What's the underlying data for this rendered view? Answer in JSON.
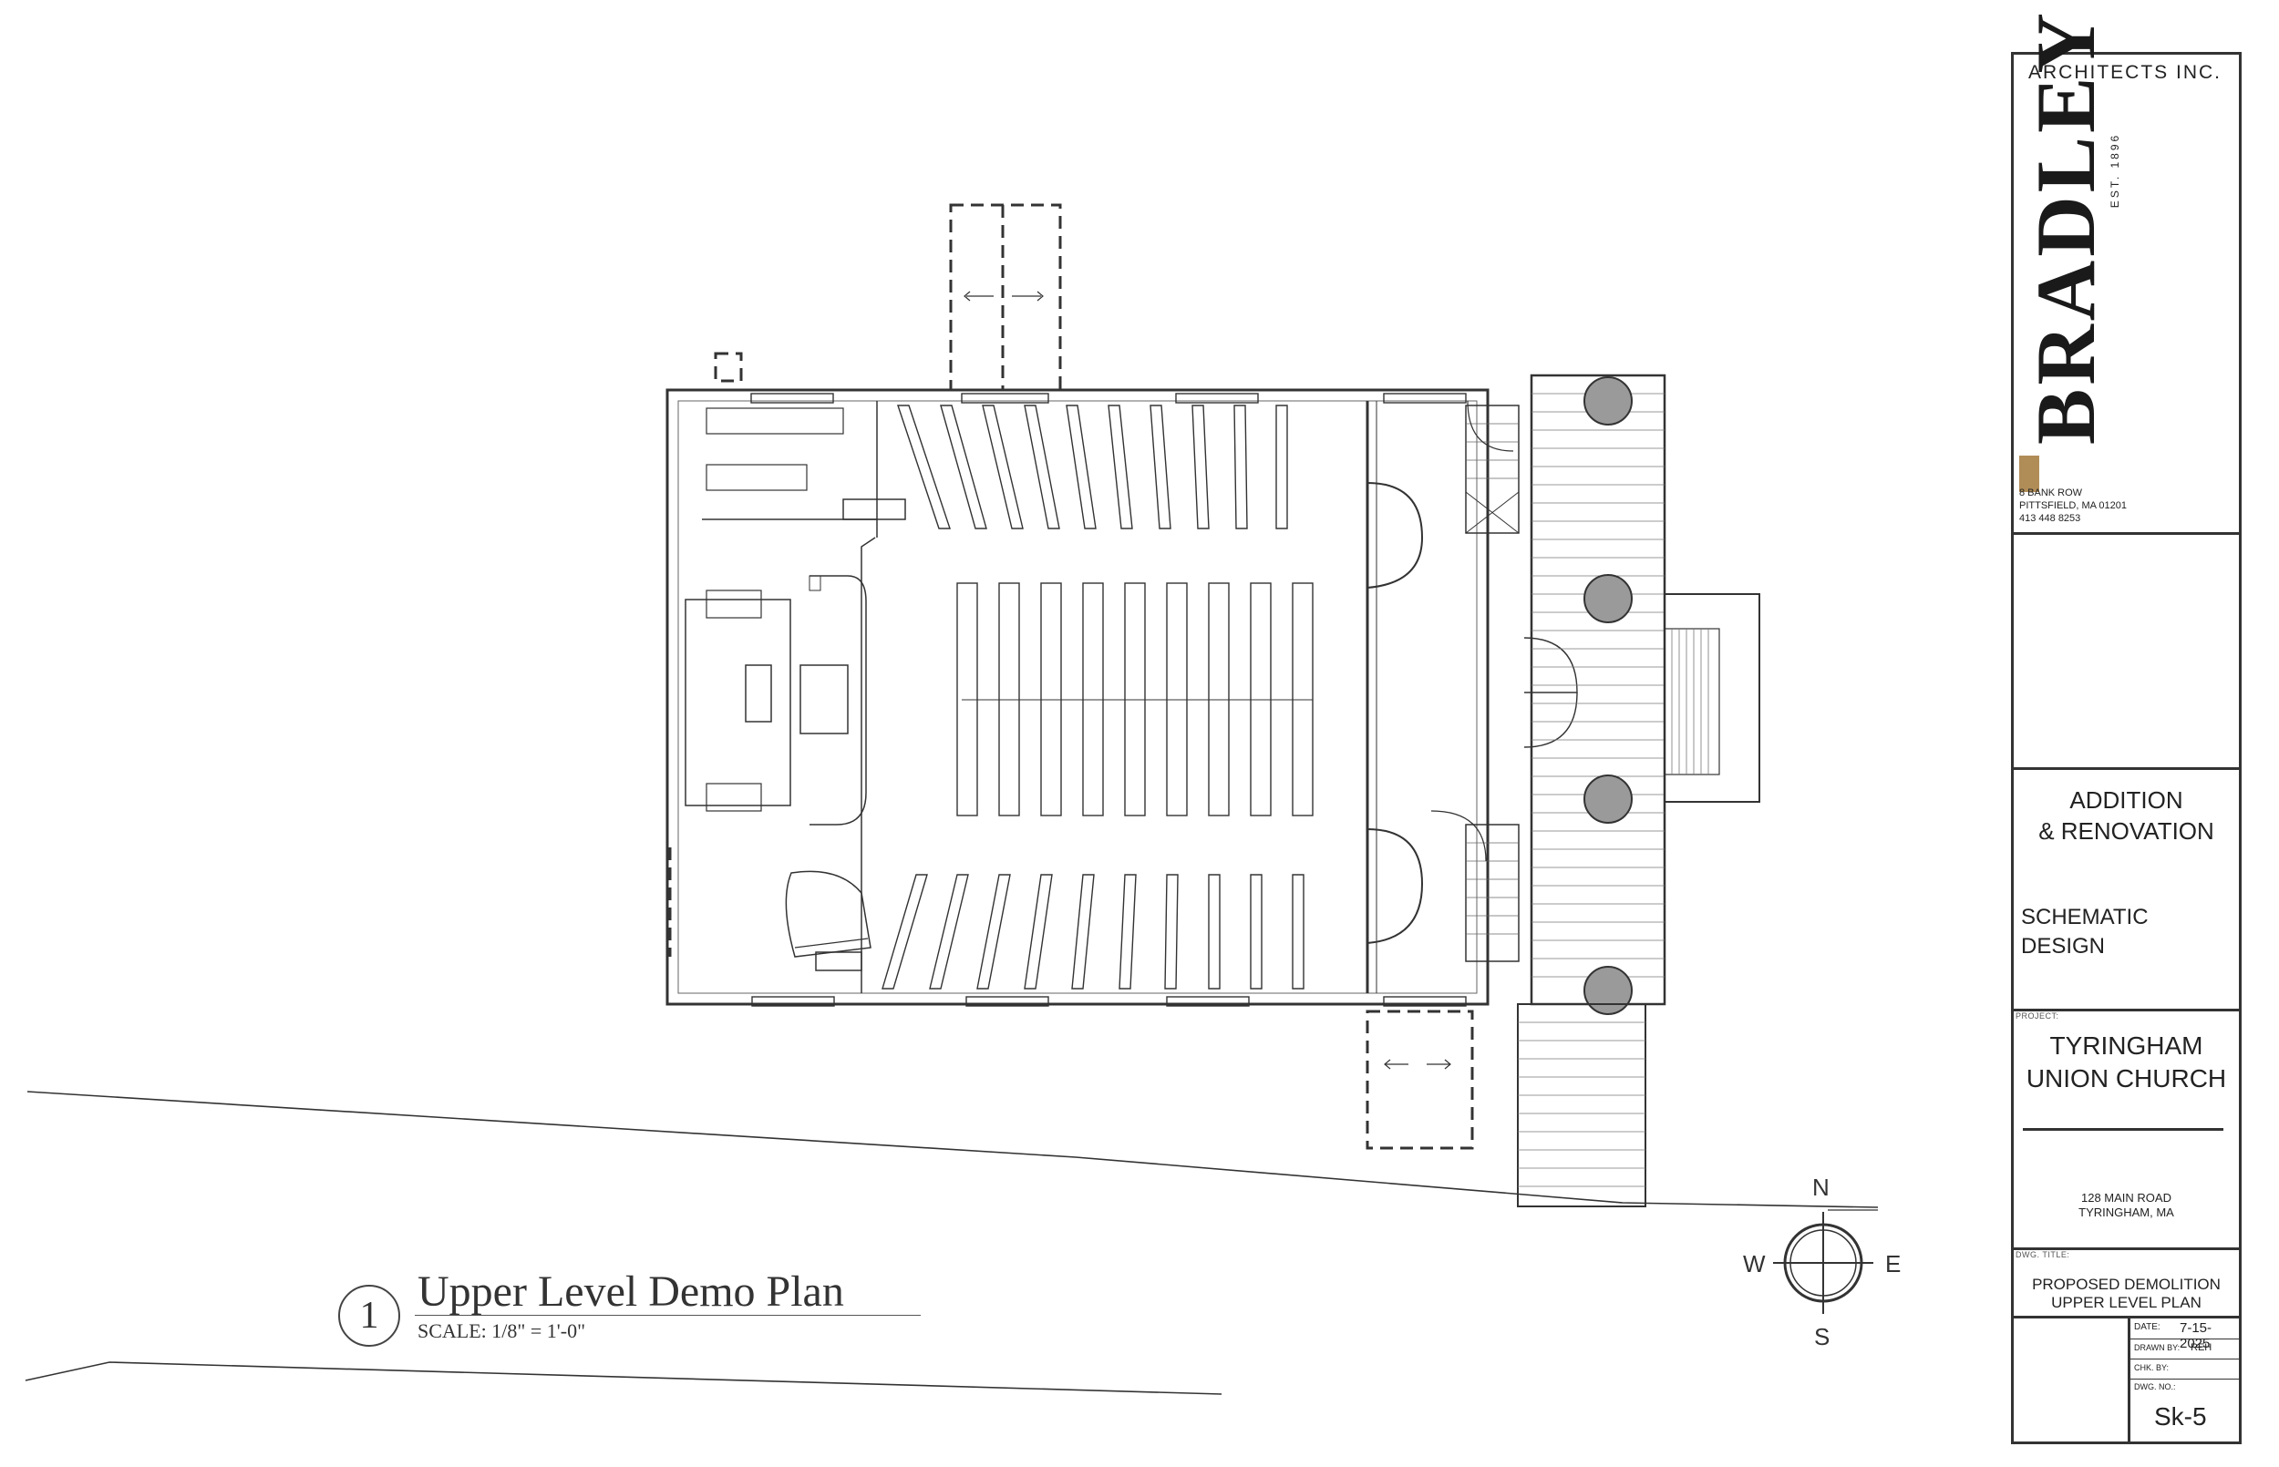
{
  "drawing": {
    "view_number": "1",
    "view_title": "Upper Level Demo Plan",
    "view_scale": "SCALE: 1/8\" = 1'-0\""
  },
  "compass": {
    "north": "N",
    "south": "S",
    "east": "E",
    "west": "W"
  },
  "title_block": {
    "firm_suffix": "ARCHITECTS INC.",
    "firm_logo_text": "BRADLEY",
    "firm_est": "EST. 1896",
    "address_line1": "8 BANK ROW",
    "address_line2": "PITTSFIELD, MA  01201",
    "phone": "413 448 8253",
    "scope_line1": "ADDITION",
    "scope_line2": "& RENOVATION",
    "phase_line1": "SCHEMATIC",
    "phase_line2": "DESIGN",
    "project_label": "PROJECT:",
    "project_line1": "TYRINGHAM",
    "project_line2": "UNION CHURCH",
    "site_line1": "128 MAIN ROAD",
    "site_line2": "TYRINGHAM, MA",
    "dwg_title_label": "DWG. TITLE:",
    "dwg_title_line1": "PROPOSED DEMOLITION",
    "dwg_title_line2": "UPPER LEVEL PLAN",
    "date_label": "DATE:",
    "date_value": "7-15-2025",
    "drawn_by_label": "DRAWN BY:",
    "drawn_by_value": "REH",
    "chk_by_label": "CHK. BY:",
    "dwg_no_label": "DWG. NO.:",
    "dwg_no_value": "Sk-5"
  },
  "colors": {
    "line": "#333333",
    "light_line": "#777777",
    "logo_accent": "#b08d57",
    "fill_column": "#9a9a9a"
  }
}
